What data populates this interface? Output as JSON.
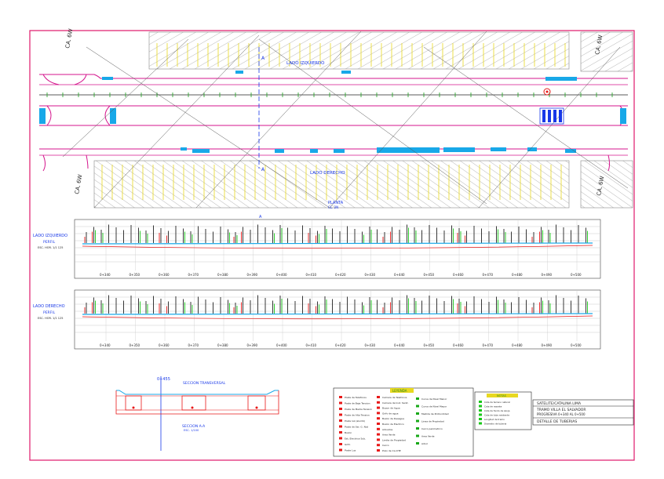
{
  "plan": {
    "street_labels": [
      "CA. 6W",
      "CA. 6W",
      "CA. 6W",
      "CA. 6W"
    ],
    "side_labels": {
      "left": "LADO IZQUIERDO",
      "right": "LADO DERECHO"
    },
    "section_marks": [
      "A",
      "A"
    ],
    "small_labels": [
      "PLANTA",
      "CL. 2N"
    ]
  },
  "profiles": [
    {
      "title": "LADO IZQUIERDO",
      "subtitle": "PERFIL",
      "scale": "ESC. HOR. 1/1 125",
      "stations": [
        "0+340",
        "0+350",
        "0+360",
        "0+370",
        "0+380",
        "0+390",
        "0+400",
        "0+410",
        "0+420",
        "0+430",
        "0+440",
        "0+450",
        "0+460",
        "0+470",
        "0+480",
        "0+490",
        "0+500"
      ]
    },
    {
      "title": "LADO DERECHO",
      "subtitle": "PERFIL",
      "scale": "ESC. HOR. 1/1 125",
      "stations": [
        "0+340",
        "0+350",
        "0+360",
        "0+370",
        "0+380",
        "0+390",
        "0+400",
        "0+410",
        "0+420",
        "0+430",
        "0+440",
        "0+450",
        "0+460",
        "0+470",
        "0+480",
        "0+490",
        "0+500"
      ]
    }
  ],
  "cross_section": {
    "station": "0+455",
    "title": "SECCION TRANSVERSAL",
    "caption": "SECCION A-A",
    "scale": "ESC. 1/100"
  },
  "legend": {
    "title": "LEYENDA",
    "items_col1": [
      "Poste de Telefonos",
      "Poste de Baja Tension",
      "Poste de Media Tension",
      "Poste de Alta Tension",
      "Poste luz (alumb)",
      "Poste de Ser. G. Nat",
      "Buzon",
      "Est. Electrica Sub.",
      "Grifo",
      "Poste Luz"
    ],
    "items_col2": [
      "Camara de Telefonos",
      "Camara de Inst. Sanit.",
      "Buzon de Agua",
      "Grifo de agua",
      "Buzon de Desague",
      "Buzon de Electrico",
      "Arbustos",
      "Area Verde",
      "Limite de Propiedad",
      "Cerco",
      "Pozo de CL-CHE"
    ],
    "items_col3": [
      "Curva de Nivel Menor",
      "Curva de Nivel Mayor",
      "Medida de Profundidad",
      "Linea de Propiedad",
      "Cerco perimetrico",
      "Area Verde",
      "Arbol"
    ]
  },
  "note_box": {
    "title": "NOTAS",
    "lines": [
      "Cota de terreno natural",
      "Cota de rasante",
      "Cota de fondo de zanja",
      "Cota de tubo existente",
      "Longitud de tramo",
      "Diametro de tuberia"
    ]
  },
  "title_block": {
    "line1": "SATELITE/CATALINA LIMA",
    "line2": "TRAMO VILLA EL SALVADOR",
    "line3": "PROGRESIVA 0+340 AL 0+500",
    "line4": "DETALLE DE TUBERIAS"
  },
  "colors": {
    "border": "#e0186a",
    "road": "#d4148c",
    "hatch": "#c8c8c8",
    "yellow": "#e8d820",
    "cyan": "#18a8e8",
    "blue": "#1838e8",
    "red": "#e81818",
    "green": "#18c818",
    "dark": "#222222"
  }
}
